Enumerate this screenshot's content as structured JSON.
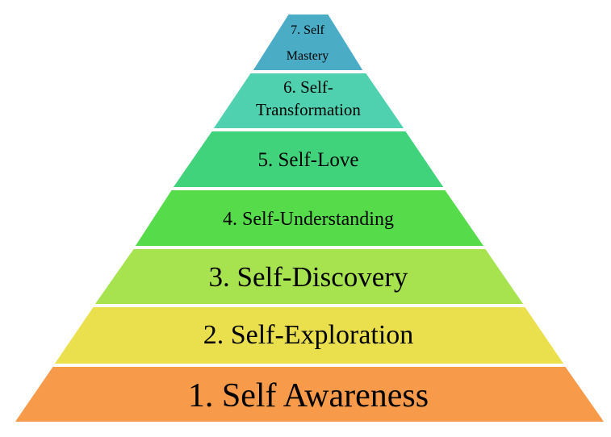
{
  "pyramid": {
    "levels": [
      {
        "line1": "7. Self",
        "line2": "Mastery",
        "color": "#4BACC6"
      },
      {
        "line1": "6. Self-",
        "line2": "Transformation",
        "color": "#4FD1B0"
      },
      {
        "line1": "5. Self-Love",
        "line2": "",
        "color": "#41D37C"
      },
      {
        "line1": "4. Self-Understanding",
        "line2": "",
        "color": "#56DC4B"
      },
      {
        "line1": "3. Self-Discovery",
        "line2": "",
        "color": "#A6E34F"
      },
      {
        "line1": "2. Self-Exploration",
        "line2": "",
        "color": "#EAE04E"
      },
      {
        "line1": "1. Self Awareness",
        "line2": "",
        "color": "#F79A4A"
      }
    ]
  }
}
